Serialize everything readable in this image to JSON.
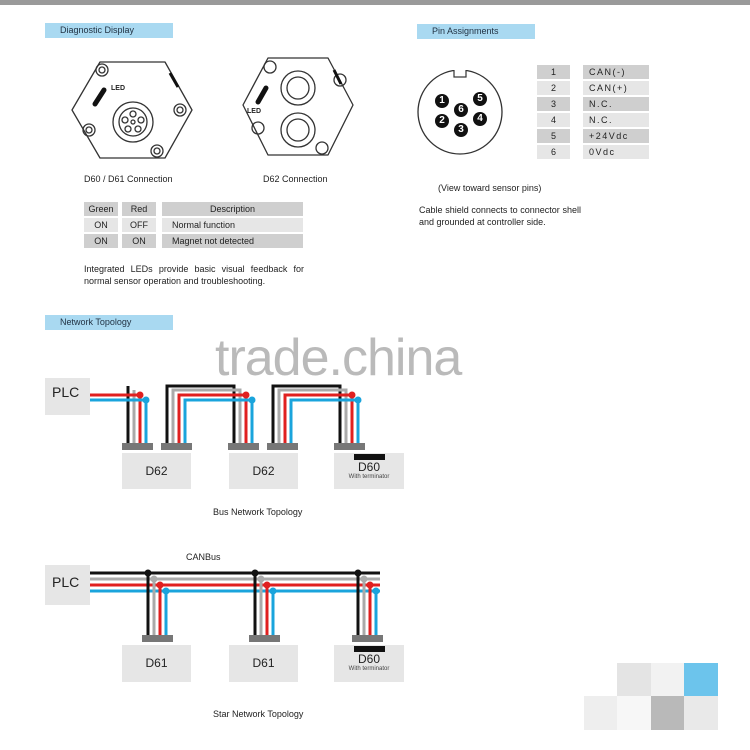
{
  "diagnostic": {
    "title": "Diagnostic Display",
    "left_caption": "D60 / D61 Connection",
    "right_caption": "D62 Connection",
    "led_label": "LED",
    "table": {
      "headers": [
        "Green",
        "Red",
        "Description"
      ],
      "rows": [
        [
          "ON",
          "OFF",
          "Normal function"
        ],
        [
          "ON",
          "ON",
          "Magnet not detected"
        ]
      ]
    },
    "note": "Integrated LEDs provide basic visual feedback for normal sensor operation and troubleshooting."
  },
  "pins": {
    "title": "Pin Assignments",
    "pin_numbers": [
      "1",
      "2",
      "3",
      "4",
      "5",
      "6"
    ],
    "rows": [
      [
        "1",
        "CAN(-)"
      ],
      [
        "2",
        "CAN(+)"
      ],
      [
        "3",
        "N.C."
      ],
      [
        "4",
        "N.C."
      ],
      [
        "5",
        "+24Vdc"
      ],
      [
        "6",
        "0Vdc"
      ]
    ],
    "view_caption": "(View toward sensor pins)",
    "shield_note": "Cable shield connects to connector shell and grounded at controller side."
  },
  "network": {
    "title": "Network Topology",
    "bus": {
      "plc": "PLC",
      "devices": [
        "D62",
        "D62",
        "D60"
      ],
      "terminator": "With terminator",
      "caption": "Bus Network Topology"
    },
    "star": {
      "plc": "PLC",
      "bus_label": "CANBus",
      "devices": [
        "D61",
        "D61",
        "D60"
      ],
      "terminator": "With terminator",
      "caption": "Star Network Topology"
    }
  },
  "watermark": "trade.china",
  "colors": {
    "accent": "#a9d9f1",
    "wire_red": "#e02020",
    "wire_blue": "#1aa4dc",
    "wire_black": "#111111",
    "wire_gray": "#aaaaaa"
  }
}
